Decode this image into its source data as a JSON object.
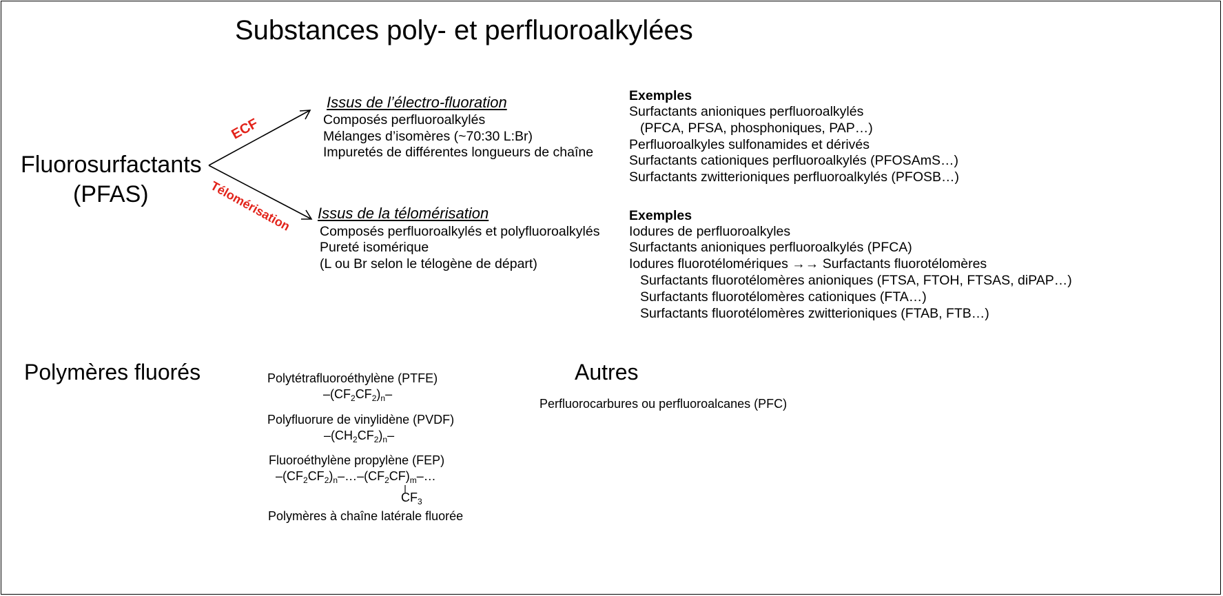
{
  "title": "Substances poly- et perfluoroalkylées",
  "center": {
    "line1": "Fluorosurfactants",
    "line2": "(PFAS)"
  },
  "routes": {
    "upper": "ECF",
    "lower": "Télomérisation",
    "label_color": "#e2231a"
  },
  "ecf": {
    "header": "Issus de l’électro-fluoration",
    "lines": [
      "Composés perfluoroalkylés",
      "Mélanges d’isomères (~70:30 L:Br)",
      "Impuretés de différentes longueurs de chaîne"
    ]
  },
  "telo": {
    "header": "Issus de la télomérisation",
    "lines": [
      "Composés perfluoroalkylés et polyfluoroalkylés",
      "Pureté isomérique",
      "(L ou Br selon le télogène de départ)"
    ]
  },
  "examples1": {
    "header": "Exemples",
    "lines": [
      "Surfactants anioniques perfluoroalkylés",
      "(PFCA, PFSA, phosphoniques, PAP…)",
      "Perfluoroalkyles sulfonamides et dérivés",
      "Surfactants cationiques perfluoroalkylés (PFOSAmS…)",
      "Surfactants zwitterioniques perfluoroalkylés (PFOSB…)"
    ]
  },
  "examples2": {
    "header": "Exemples",
    "lines": [
      "Iodures de perfluoroalkyles",
      "Surfactants anioniques perfluoroalkylés (PFCA)",
      "Iodures fluorotélomériques →→ Surfactants fluorotélomères",
      "Surfactants fluorotélomères anioniques (FTSA, FTOH, FTSAS, diPAP…)",
      "Surfactants fluorotélomères cationiques (FTA…)",
      "Surfactants fluorotélomères zwitterioniques (FTAB, FTB…)"
    ]
  },
  "polymers": {
    "title": "Polymères fluorés",
    "ptfe_name": "Polytétrafluoroéthylène (PTFE)",
    "pvdf_name": "Polyfluorure de vinylidène (PVDF)",
    "fep_name": "Fluoroéthylène propylène (FEP)",
    "fep_branch": "CF",
    "side_chain": "Polymères à chaîne latérale fluorée"
  },
  "others": {
    "title": "Autres",
    "line": "Perfluorocarbures ou perfluoroalcanes (PFC)"
  }
}
